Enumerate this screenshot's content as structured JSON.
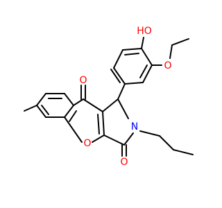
{
  "molecule": {
    "atoms": [
      {
        "id": "OH_O",
        "element": "O",
        "label": "HO",
        "color": "#ff0000"
      },
      {
        "id": "OEt_O",
        "element": "O",
        "label": "O",
        "color": "#ff0000"
      },
      {
        "id": "C9_O",
        "element": "O",
        "label": "O",
        "color": "#ff0000"
      },
      {
        "id": "C3_O",
        "element": "O",
        "label": "O",
        "color": "#ff0000"
      },
      {
        "id": "ring_O",
        "element": "O",
        "label": "O",
        "color": "#ff0000"
      },
      {
        "id": "N2",
        "element": "N",
        "label": "N",
        "color": "#0000ff"
      }
    ]
  }
}
